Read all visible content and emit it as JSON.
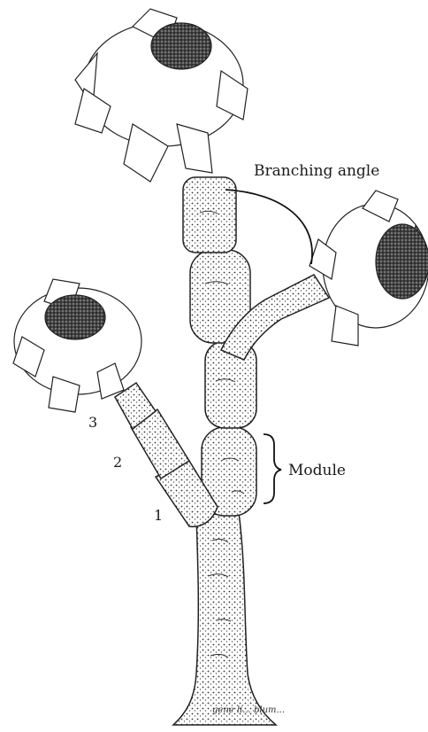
{
  "labels": {
    "branching_angle": "Branching angle",
    "module": "Module",
    "number_1": "1",
    "number_2": "2",
    "number_3": "3"
  },
  "signature": "gene li... blum..."
}
